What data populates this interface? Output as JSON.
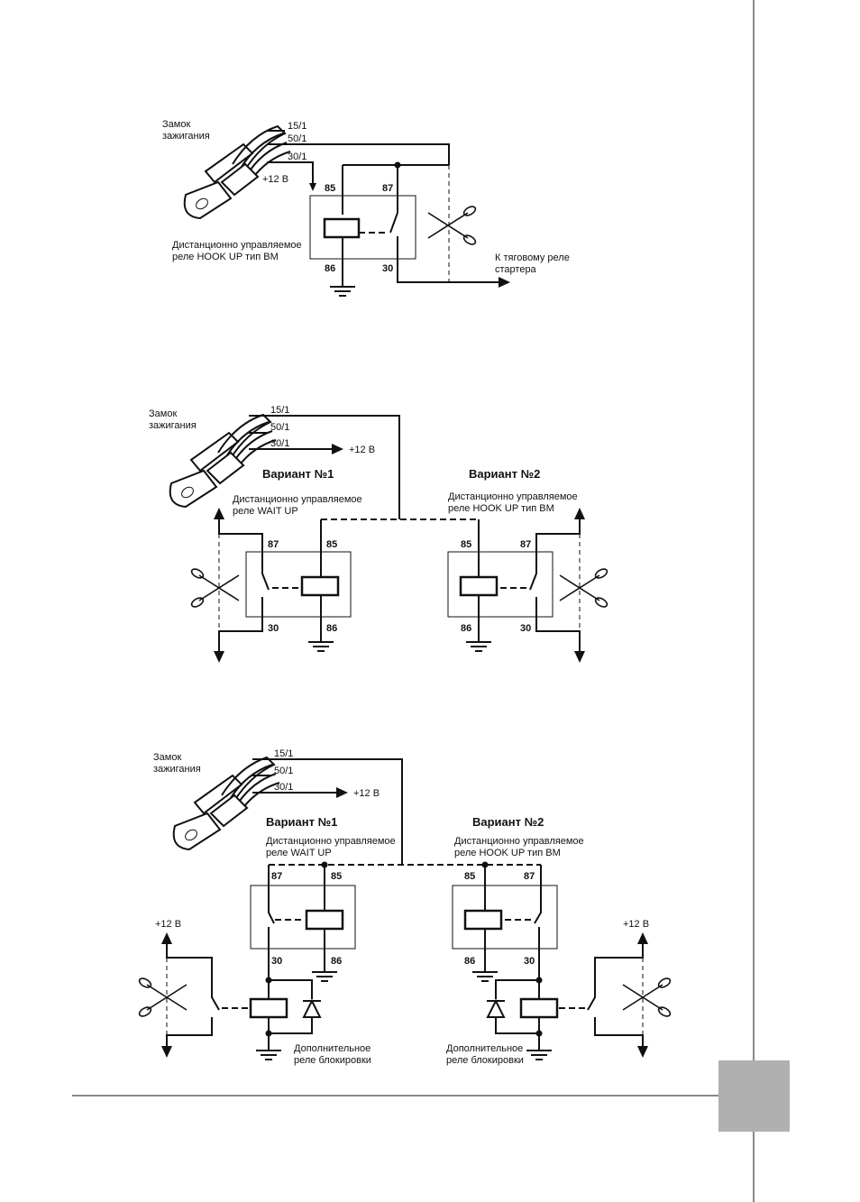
{
  "labels": {
    "ignition_lock": [
      "Замок",
      "зажигания"
    ],
    "pin_15": "15/1",
    "pin_50": "50/1",
    "pin_30": "30/1",
    "plus12": "+12 В",
    "pin85": "85",
    "pin86": "86",
    "pin87": "87",
    "pin30": "30",
    "variant1": "Вариант №1",
    "variant2": "Вариант №2",
    "relay_hookup": [
      "Дистанционно управляемое",
      "реле HOOK UP тип BM"
    ],
    "relay_waitup": [
      "Дистанционно управляемое",
      "реле WAIT UP"
    ],
    "starter": [
      "К тяговому реле",
      "стартера"
    ],
    "extra_relay": [
      "Дополнительное",
      "реле блокировки"
    ]
  },
  "colors": {
    "ink": "#111111",
    "tab": "#b0b0b0"
  },
  "icons": [
    "ignition-key-icon",
    "scissors-icon",
    "ground-icon",
    "diode-icon"
  ]
}
